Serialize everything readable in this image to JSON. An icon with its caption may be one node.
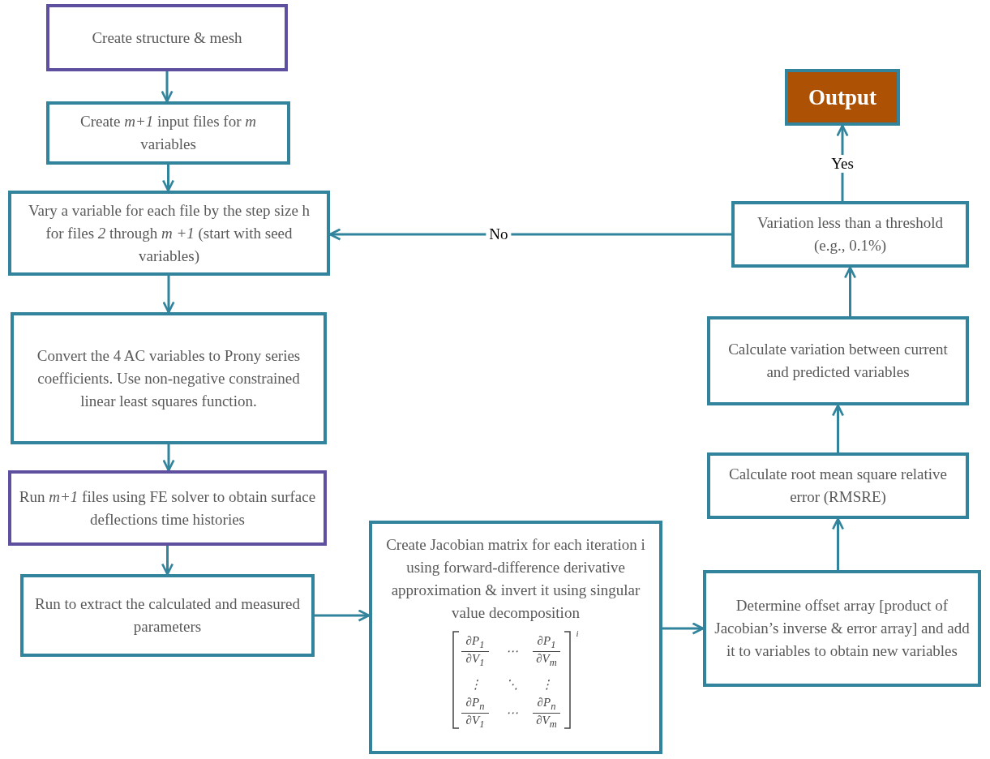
{
  "diagram": {
    "nodes": [
      {
        "text": [
          "Create structure & mesh"
        ]
      },
      {
        "text": [
          "Create *m+1* input files for *m* variables"
        ]
      },
      {
        "text": [
          "Vary a variable for each file by the step size h for files *2* through *m +1* (start with seed variables)"
        ]
      },
      {
        "text": [
          "Convert the 4 AC variables to Prony series coefficients. Use non-negative constrained linear least squares function."
        ]
      },
      {
        "text": [
          "Run *m+1* files using FE solver to obtain surface deflections time histories"
        ]
      },
      {
        "text": [
          "Run to extract the calculated and measured parameters"
        ]
      },
      {
        "text": [
          "Create Jacobian matrix for each iteration i using forward-difference derivative approximation & invert it using singular value decomposition"
        ]
      },
      {
        "text": [
          "Determine offset array [product of Jacobian’s inverse & error array] and add it to variables to obtain new variables"
        ]
      },
      {
        "text": [
          "Calculate root mean square relative error (RMSRE)"
        ]
      },
      {
        "text": [
          "Calculate variation between current and predicted variables"
        ]
      },
      {
        "text": [
          "Variation less than a threshold (e.g., 0.1%)"
        ]
      },
      {
        "text": [
          "Output"
        ]
      }
    ],
    "edges": [
      {
        "from": 0,
        "to": 1,
        "arrow": "to"
      },
      {
        "from": 1,
        "to": 2,
        "arrow": "to"
      },
      {
        "from": 2,
        "to": 3,
        "arrow": "to"
      },
      {
        "from": 3,
        "to": 4,
        "arrow": "to"
      },
      {
        "from": 4,
        "to": 5,
        "arrow": "to"
      },
      {
        "from": 5,
        "to": 6,
        "arrow": "to"
      },
      {
        "from": 6,
        "to": 7,
        "arrow": "to"
      },
      {
        "from": 7,
        "to": 8,
        "arrow": "to"
      },
      {
        "from": 8,
        "to": 9,
        "arrow": "to"
      },
      {
        "from": 9,
        "to": 10,
        "arrow": "to"
      },
      {
        "from": 10,
        "to": 11,
        "label": "Yes",
        "arrow": "to"
      },
      {
        "from": 10,
        "to": 2,
        "label": "No",
        "arrow": "to"
      }
    ],
    "labels": [
      "∂P$_{1}$",
      "∂V$_{1}$",
      "⋯",
      "∂P$_{1}$",
      "∂V$_{m}$",
      "i",
      "⋮",
      "⋱",
      "⋮",
      "∂P$_{n}$",
      "∂V$_{1}$",
      "⋯",
      "∂P$_{n}$",
      "∂V$_{m}$"
    ]
  }
}
